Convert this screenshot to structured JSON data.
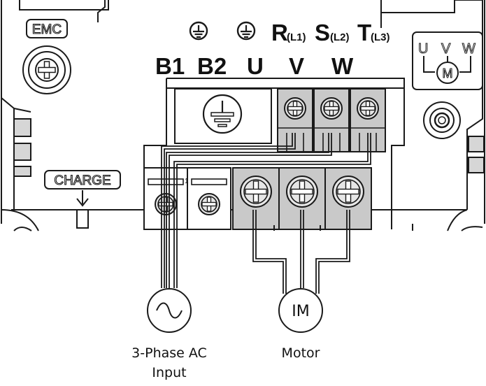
{
  "labels": {
    "emc": "EMC",
    "charge": "CHARGE",
    "top_row": [
      {
        "main": "R",
        "sub": "(L1)"
      },
      {
        "main": "S",
        "sub": "(L2)"
      },
      {
        "main": "T",
        "sub": "(L3)"
      }
    ],
    "bottom_row": [
      "B1",
      "B2",
      "U",
      "V",
      "W"
    ],
    "motor_diagram": {
      "u": "U",
      "v": "V",
      "w": "W",
      "m": "M"
    },
    "motor_symbol": "IM",
    "ac_input_caption_line1": "3-Phase AC",
    "ac_input_caption_line2": "Input",
    "motor_caption": "Motor",
    "small_one": "1"
  },
  "icons": [
    "ground-symbol-icon",
    "ac-sine-wave-icon",
    "emc-screw-icon",
    "terminal-screw-icon"
  ],
  "colors": {
    "line": "#1a1a1a",
    "terminal_fill": "#c9c9c9",
    "screw_fill": "#e6e6e6",
    "panel_fill": "#ffffff"
  }
}
